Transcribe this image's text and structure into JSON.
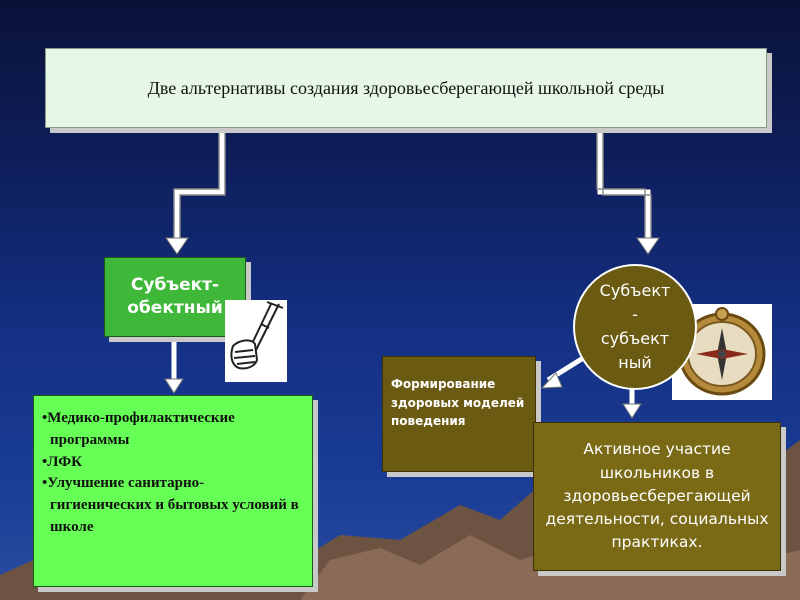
{
  "diagram": {
    "title": "Две альтернативы создания здоровьесберегающей школьной среды",
    "left_branch": {
      "label_line1": "Субъект-",
      "label_line2": "обектный",
      "items": [
        "Медико-профилактические программы",
        "ЛФК",
        "Улучшение санитарно-гигиенических и бытовых условий в школе"
      ],
      "image_icon": "crutch-and-bandaged-leg-icon"
    },
    "right_branch": {
      "label": "Субъект\n-\nсубъект\nный",
      "box_mid_text": "Формирование здоровых моделей поведения",
      "box_right_text": "Активное участие школьников в здоровьесберегающей деятельности, социальных практиках.",
      "image_icon": "compass-icon"
    },
    "colors": {
      "title_bg": "#e6f7e6",
      "left_label_bg": "#3fb83a",
      "left_list_bg": "#66ff55",
      "right_bg": "#6b5a12"
    }
  }
}
